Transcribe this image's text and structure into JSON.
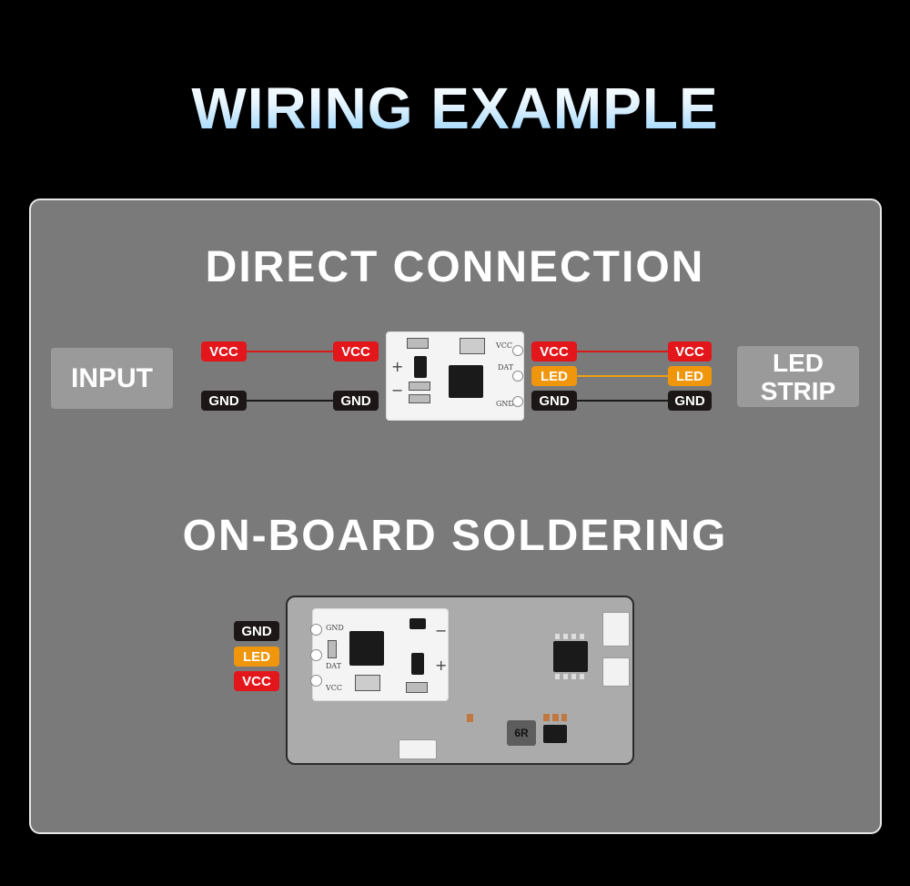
{
  "title": "WIRING EXAMPLE",
  "direct": {
    "title": "DIRECT CONNECTION",
    "input_label": "INPUT",
    "strip_label_line1": "LED",
    "strip_label_line2": "STRIP",
    "left_wires": [
      {
        "from": "VCC",
        "to": "VCC"
      },
      {
        "from": "GND",
        "to": "GND"
      }
    ],
    "right_wires": [
      {
        "from": "VCC",
        "to": "VCC"
      },
      {
        "from": "LED",
        "to": "LED"
      },
      {
        "from": "GND",
        "to": "GND"
      }
    ],
    "board_silk": {
      "plus": "+",
      "minus": "−",
      "vcc": "VCC",
      "dat": "DAT",
      "gnd": "GND"
    }
  },
  "onboard": {
    "title": "ON-BOARD SOLDERING",
    "labels": [
      "GND",
      "LED",
      "VCC"
    ],
    "board_silk": {
      "gnd": "GND",
      "dat": "DAT",
      "vcc": "VCC",
      "plus": "+",
      "minus": "−"
    },
    "inductor_label": "6R"
  },
  "colors": {
    "vcc": "#e3161b",
    "led": "#f0960d",
    "gnd": "#1d1616",
    "panel": "#7a7a7a"
  }
}
